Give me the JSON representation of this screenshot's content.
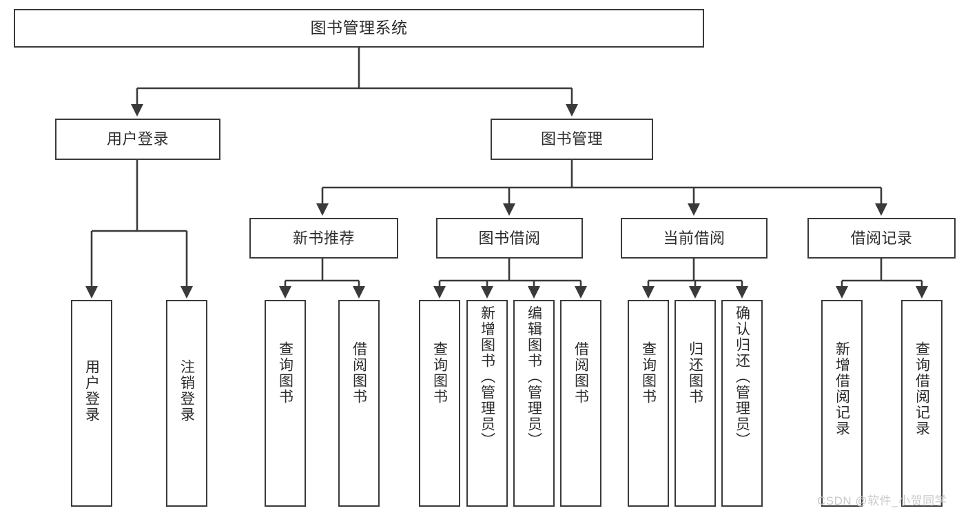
{
  "diagram": {
    "title": "图书管理系统",
    "type": "tree-hierarchy",
    "root": {
      "id": "root",
      "label": "图书管理系统"
    },
    "level1": [
      {
        "id": "user-login",
        "label": "用户登录"
      },
      {
        "id": "book-management",
        "label": "图书管理"
      }
    ],
    "level2": [
      {
        "id": "new-book-recommend",
        "label": "新书推荐",
        "parent": "book-management"
      },
      {
        "id": "book-borrow",
        "label": "图书借阅",
        "parent": "book-management"
      },
      {
        "id": "current-borrow",
        "label": "当前借阅",
        "parent": "book-management"
      },
      {
        "id": "borrow-record",
        "label": "借阅记录",
        "parent": "book-management"
      }
    ],
    "leaves": [
      {
        "id": "leaf-user-login",
        "label": "用户登录",
        "parent": "user-login"
      },
      {
        "id": "leaf-logout",
        "label": "注销登录",
        "parent": "user-login"
      },
      {
        "id": "leaf-query-book-1",
        "label": "查询图书",
        "parent": "new-book-recommend"
      },
      {
        "id": "leaf-borrow-book-1",
        "label": "借阅图书",
        "parent": "new-book-recommend"
      },
      {
        "id": "leaf-query-book-2",
        "label": "查询图书",
        "parent": "book-borrow"
      },
      {
        "id": "leaf-add-book",
        "label": "新增图书（管理员）",
        "parent": "book-borrow"
      },
      {
        "id": "leaf-edit-book",
        "label": "编辑图书（管理员）",
        "parent": "book-borrow"
      },
      {
        "id": "leaf-borrow-book-2",
        "label": "借阅图书",
        "parent": "book-borrow"
      },
      {
        "id": "leaf-query-book-3",
        "label": "查询图书",
        "parent": "current-borrow"
      },
      {
        "id": "leaf-return-book",
        "label": "归还图书",
        "parent": "current-borrow"
      },
      {
        "id": "leaf-confirm-return",
        "label": "确认归还（管理员）",
        "parent": "current-borrow"
      },
      {
        "id": "leaf-add-record",
        "label": "新增借阅记录",
        "parent": "borrow-record"
      },
      {
        "id": "leaf-query-record",
        "label": "查询借阅记录",
        "parent": "borrow-record"
      }
    ],
    "colors": {
      "box_border": "#3a3a3a",
      "box_fill": "#ffffff",
      "text": "#2b2b2b",
      "connector": "#3a3a3a",
      "watermark": "#c9c9c9"
    }
  },
  "watermark": {
    "text": "CSDN @软件_小贺同学"
  }
}
